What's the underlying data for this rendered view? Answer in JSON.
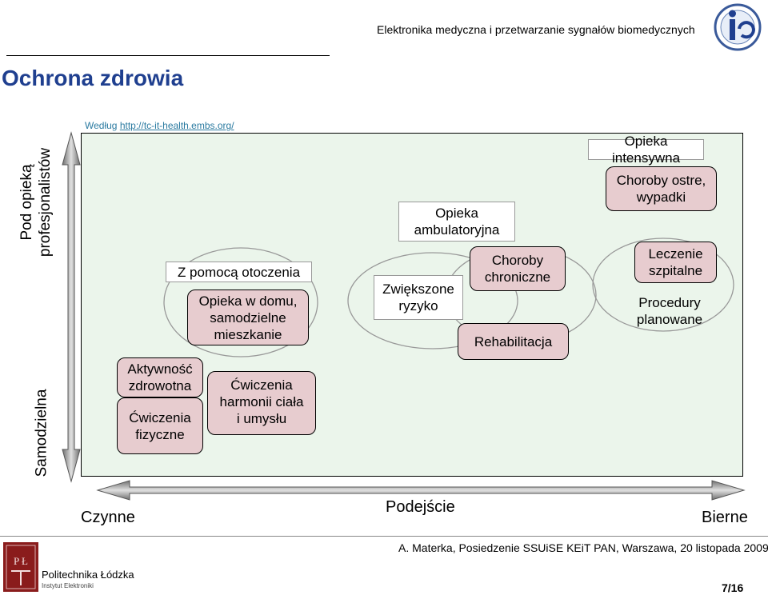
{
  "header": {
    "course_title": "Elektronika medyczna i przetwarzanie sygnałów biomedycznych"
  },
  "slide": {
    "title": "Ochrona zdrowia",
    "source_prefix": "Według ",
    "source_url": "http://tc-it-health.embs.org/"
  },
  "vertical_axis": {
    "top_label_line1": "Pod opieką",
    "top_label_line2": "profesjonalistów",
    "bottom_label": "Samodzielna"
  },
  "horizontal_axis": {
    "left_label": "Czynne",
    "center_label": "Podejście",
    "right_label": "Bierne"
  },
  "groups": {
    "self": {
      "title_line1": "Aktywność",
      "title_line2": "zdrowotna",
      "item_line1": "Ćwiczenia",
      "item_line2": "fizyczne"
    },
    "env": {
      "title": "Z pomocą otoczenia",
      "item1_line1": "Opieka w domu,",
      "item1_line2": "samodzielne",
      "item1_line3": "mieszkanie",
      "item2_line1": "Ćwiczenia",
      "item2_line2": "harmonii ciała",
      "item2_line3": "i umysłu"
    },
    "ambulatory": {
      "title_line1": "Opieka",
      "title_line2": "ambulatoryjna",
      "risk_line1": "Zwiększone",
      "risk_line2": "ryzyko",
      "chronic_line1": "Choroby",
      "chronic_line2": "chroniczne",
      "rehab": "Rehabilitacja"
    },
    "intensive": {
      "title": "Opieka intensywna",
      "acute_line1": "Choroby ostre,",
      "acute_line2": "wypadki",
      "hospital_line1": "Leczenie",
      "hospital_line2": "szpitalne",
      "proc_line1": "Procedury",
      "proc_line2": "planowane"
    }
  },
  "footer": {
    "credit": "A. Materka, Posiedzenie SSUiSE KEiT PAN, Warszawa, 20 listopada 2009",
    "page": "7/16",
    "university": "Politechnika Łódzka",
    "institute": "Instytut Elektroniki"
  },
  "colors": {
    "panel_bg": "#ebf5eb",
    "box_fill": "#e7cccf",
    "title_blue": "#1f3f8f",
    "arrow_gray": "#9a9a9a"
  }
}
